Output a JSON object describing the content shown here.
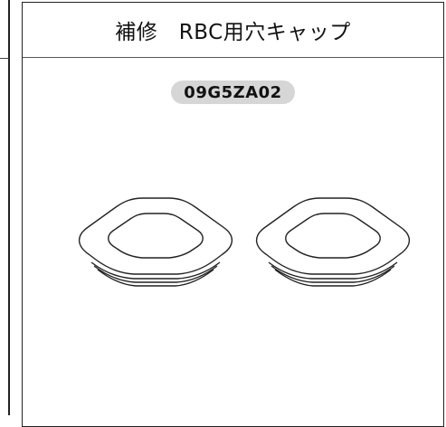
{
  "panel": {
    "title": "補修　RBC用穴キャップ",
    "part_code": "09G5ZA02"
  },
  "illustration": {
    "items": [
      "cap-left",
      "cap-right"
    ]
  }
}
